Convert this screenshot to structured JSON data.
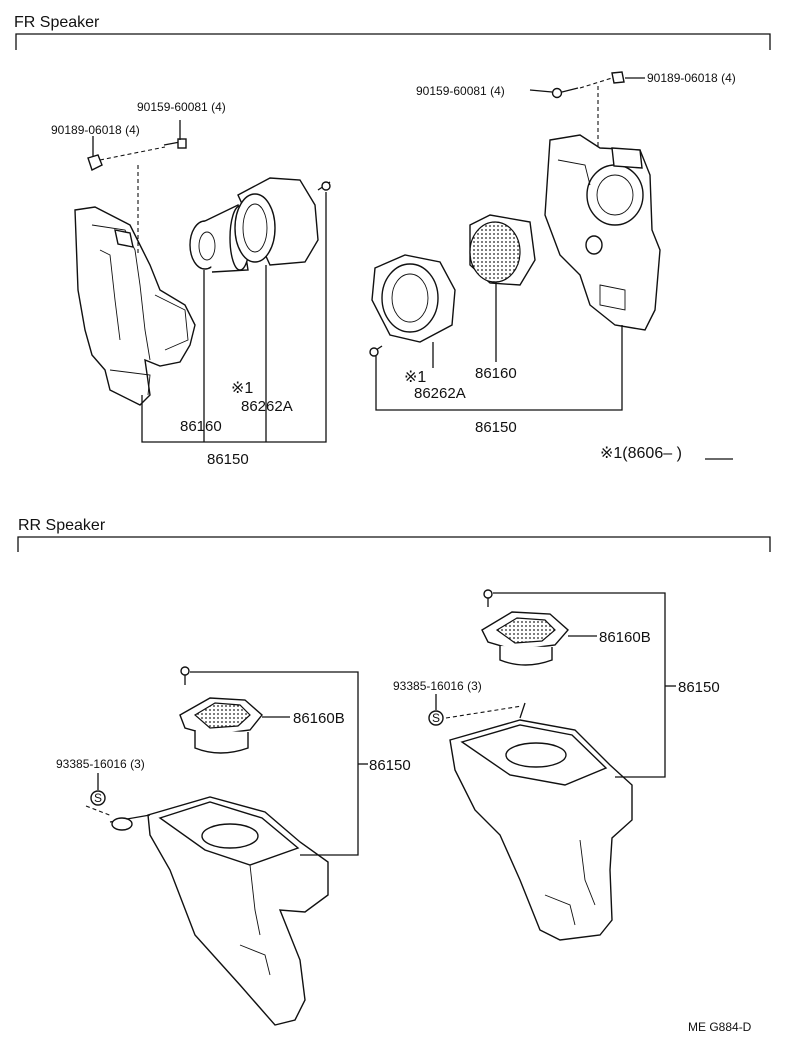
{
  "sections": {
    "fr": {
      "title": "FR Speaker"
    },
    "rr": {
      "title": "RR Speaker"
    }
  },
  "fr_left": {
    "screw_label": "90159-60081 (4)",
    "nut_label": "90189-06018 (4)",
    "mark": "※1",
    "grille_part": "86262A",
    "speaker_part": "86160",
    "assy_part": "86150"
  },
  "fr_right": {
    "screw_label": "90159-60081 (4)",
    "nut_label": "90189-06018 (4)",
    "mark": "※1",
    "grille_part": "86262A",
    "speaker_part": "86160",
    "assy_part": "86150"
  },
  "footnote": "※1(8606–       )",
  "rr_left": {
    "nut_label": "93385-16016 (3)",
    "speaker_part": "86160B",
    "assy_part": "86150"
  },
  "rr_right": {
    "nut_label": "93385-16016 (3)",
    "speaker_part": "86160B",
    "assy_part": "86150"
  },
  "code": "ME  G884-D"
}
